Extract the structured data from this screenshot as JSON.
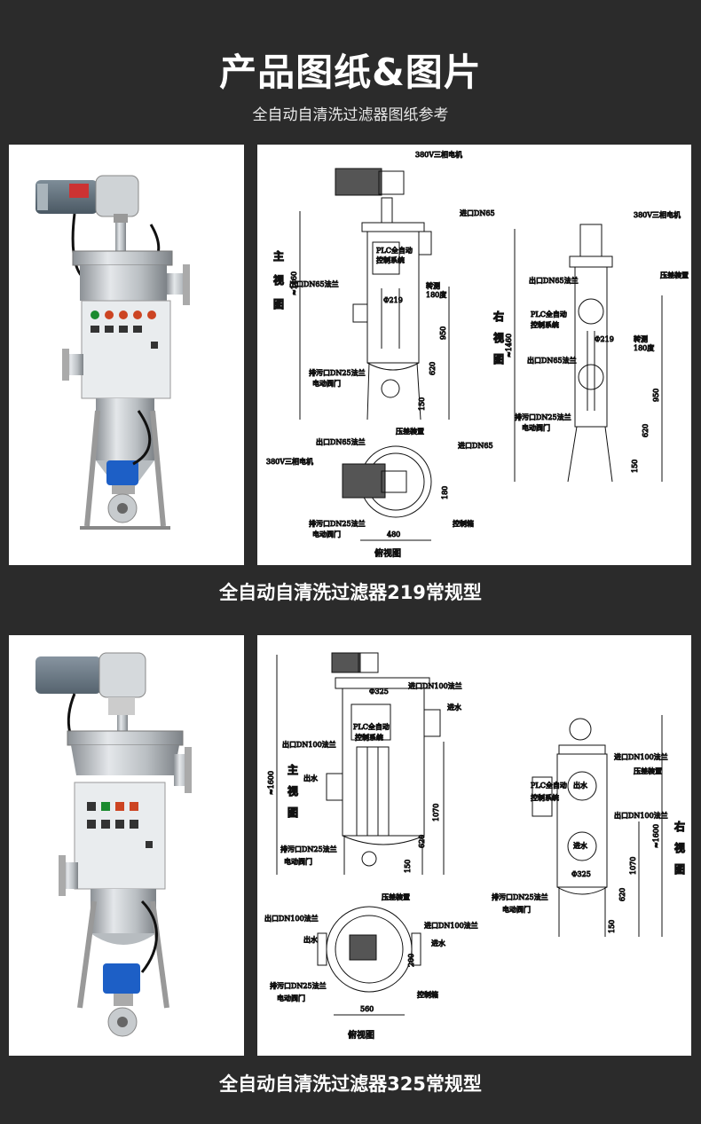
{
  "header": {
    "title": "产品图纸&图片",
    "subtitle": "全自动自清洗过滤器图纸参考"
  },
  "colors": {
    "background": "#2b2b2b",
    "panel": "#ffffff",
    "motor": "#5b6a76",
    "box": "#e9ecee",
    "valve": "#1d5fc6"
  },
  "icons": {
    "photo": "filter-photo-illustration",
    "drawing": "technical-drawing-lines"
  },
  "section1": {
    "caption": "全自动自清洗过滤器219常规型",
    "front": {
      "view_label_1": "主",
      "view_label_2": "视",
      "view_label_3": "图",
      "motor": "380V三相电机",
      "inlet": "进口DN65",
      "outlet": "出口DN65法兰",
      "plc": "PLC全自动",
      "plc2": "控制系统",
      "rotate": "转测",
      "rotate2": "180度",
      "drain": "排污口DN25法兰",
      "valve": "电动阀门",
      "dia": "Φ219",
      "h_total": "≈1460",
      "h1": "950",
      "h2": "620",
      "h3": "150"
    },
    "side": {
      "view_label_1": "右",
      "view_label_2": "视",
      "view_label_3": "图",
      "motor": "380V三相电机",
      "outlet": "出口DN65法兰",
      "dp": "压差装置",
      "plc": "PLC全自动",
      "plc2": "控制系统",
      "rotate": "转测",
      "rotate2": "180度",
      "inlet": "出口DN65法兰",
      "drain": "排污口DN25法兰",
      "valve": "电动阀门",
      "dia": "Φ219",
      "h_total": "≈1460",
      "h1": "950",
      "h2": "620",
      "h3": "150"
    },
    "top": {
      "title": "俯视图",
      "outlet": "出口DN65法兰",
      "dp": "压差装置",
      "inlet": "进口DN65",
      "motor": "380V三相电机",
      "drain": "排污口DN25法兰",
      "valve": "电动阀门",
      "box": "控制箱",
      "w": "480",
      "h": "180"
    }
  },
  "section2": {
    "caption": "全自动自清洗过滤器325常规型",
    "front": {
      "view_label_1": "主",
      "view_label_2": "视",
      "view_label_3": "图",
      "inlet": "进口DN100法兰",
      "in_water": "进水",
      "outlet": "出口DN100法兰",
      "out_water": "出水",
      "plc": "PLC全自动",
      "plc2": "控制系统",
      "drain": "排污口DN25法兰",
      "valve": "电动阀门",
      "dia": "Φ325",
      "h_total": "≈1600",
      "h1": "1070",
      "h2": "620",
      "h3": "150"
    },
    "side": {
      "view_label_1": "右",
      "view_label_2": "视",
      "view_label_3": "图",
      "inlet": "进口DN100法兰",
      "dp": "压差装置",
      "outlet": "出口DN100法兰",
      "plc": "PLC全自动",
      "plc2": "控制系统",
      "out_water": "出水",
      "in_water": "进水",
      "drain": "排污口DN25法兰",
      "valve": "电动阀门",
      "dia": "Φ325",
      "h_total": "≈1600",
      "h1": "1070",
      "h2": "620",
      "h3": "150"
    },
    "top": {
      "title": "俯视图",
      "dp": "压差装置",
      "outlet": "出口DN100法兰",
      "inlet": "进口DN100法兰",
      "out_water": "出水",
      "in_water": "进水",
      "drain": "排污口DN25法兰",
      "valve": "电动阀门",
      "box": "控制箱",
      "w": "560",
      "h": "200"
    }
  }
}
